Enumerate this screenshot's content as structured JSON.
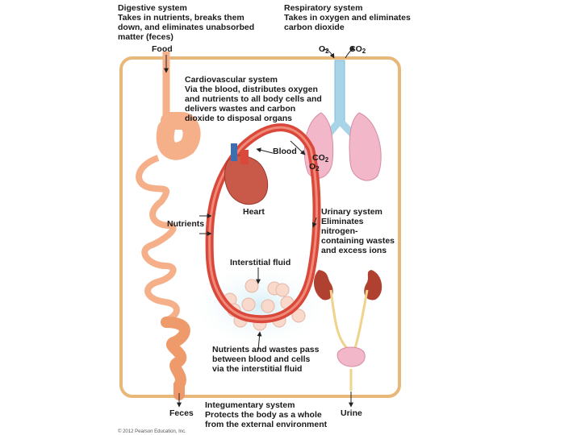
{
  "digestive": {
    "title": "Digestive system",
    "lines": [
      "Takes in nutrients, breaks them",
      "down, and eliminates unabsorbed",
      "matter (feces)"
    ]
  },
  "respiratory": {
    "title": "Respiratory system",
    "lines": [
      "Takes in oxygen and eliminates",
      "carbon dioxide"
    ]
  },
  "cardiovascular": {
    "title": "Cardiovascular system",
    "lines": [
      "Via the blood, distributes oxygen",
      "and nutrients to all body cells and",
      "delivers wastes and carbon",
      "dioxide to disposal organs"
    ]
  },
  "urinary": {
    "title": "Urinary system",
    "lines": [
      "Eliminates",
      "nitrogen-",
      "containing wastes",
      "and excess ions"
    ]
  },
  "integumentary": {
    "title": "Integumentary system",
    "lines": [
      "Protects the body as a whole",
      "from the external environment"
    ]
  },
  "exchange_note": {
    "lines": [
      "Nutrients and wastes pass",
      "between blood and cells",
      "via the interstitial fluid"
    ]
  },
  "labels": {
    "food": "Food",
    "o2_in": "O",
    "co2_out": "CO",
    "blood": "Blood",
    "co2_lung": "CO",
    "o2_lung": "O",
    "heart": "Heart",
    "nutrients": "Nutrients",
    "interstitial_fluid": "Interstitial fluid",
    "feces": "Feces",
    "urine": "Urine",
    "subscript_2": "2"
  },
  "copyright": "© 2012 Pearson Education, Inc.",
  "colors": {
    "body_outline": "#e8b87a",
    "digestive": "#f5b08a",
    "blood_vessel": "#d9483a",
    "lungs": "#f2b7c8",
    "trachea": "#a8d4e8",
    "heart": "#c95a4a",
    "kidney": "#b0402f",
    "interstitial": "#bfe3ef",
    "cells": "#f8d9cc"
  }
}
